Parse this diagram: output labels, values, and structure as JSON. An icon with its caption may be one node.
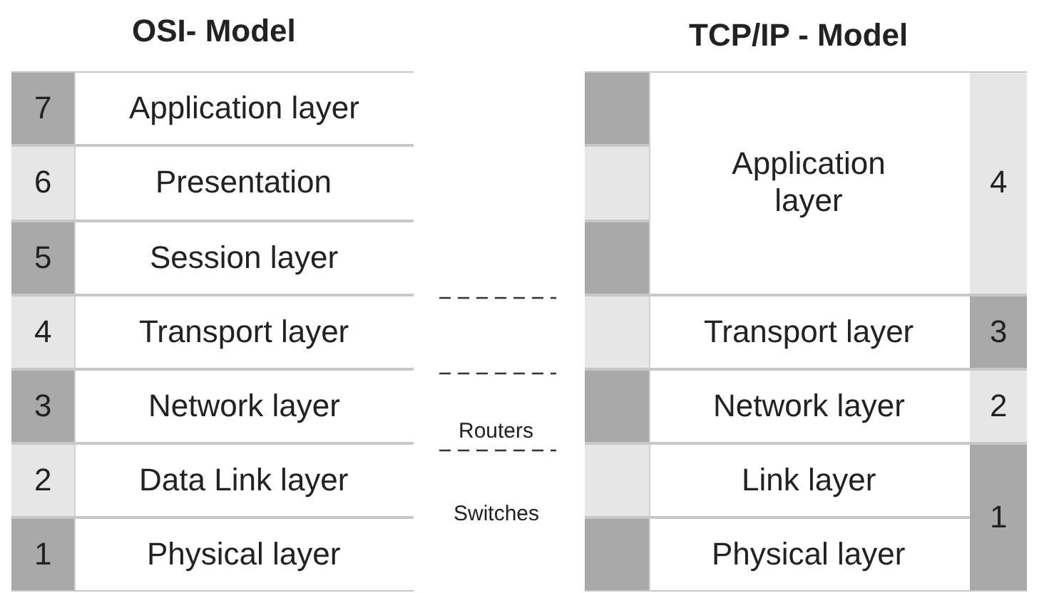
{
  "diagram": {
    "labels": [
      "OSI- Model",
      "TCP/IP - Model",
      "7",
      "Application layer",
      "6",
      "Presentation",
      "Application layer",
      "4",
      "5",
      "Session layer",
      "4",
      "Transport layer",
      "Transport layer",
      "3",
      "3",
      "Network layer",
      "Routers",
      "Network layer",
      "2",
      "2",
      "Data Link layer",
      "Switches",
      "Link layer",
      "1",
      "1",
      "Physical layer",
      "Physical layer"
    ]
  }
}
